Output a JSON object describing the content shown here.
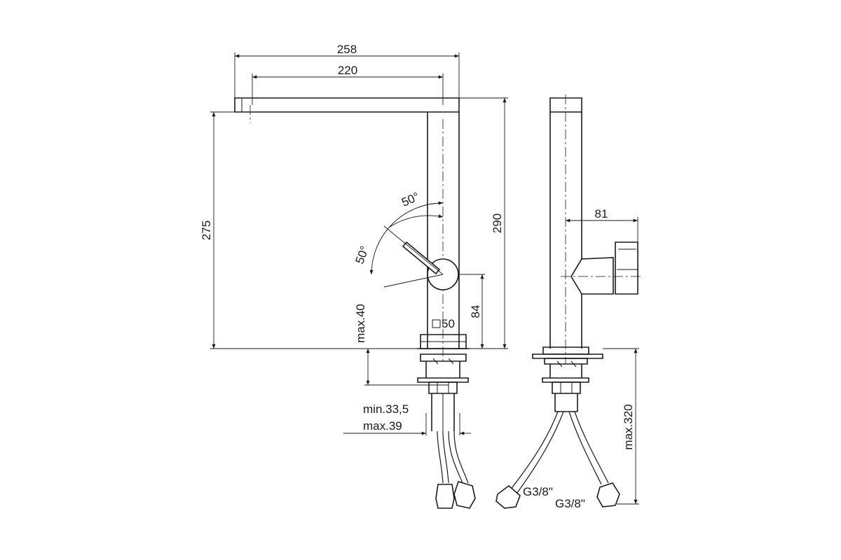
{
  "dimensions": {
    "spout_total": "258",
    "spout_reach": "220",
    "height_to_spout": "275",
    "overall_height": "290",
    "handle_angle_upper": "50°",
    "handle_angle_lower": "50°",
    "handle_height": "84",
    "body_square": "50",
    "max_deck": "max.40",
    "shank_min": "min.33,5",
    "shank_max": "max.39",
    "handle_depth": "81",
    "hose_length": "max.320",
    "hose_thread_1": "G3/8\"",
    "hose_thread_2": "G3/8\""
  }
}
